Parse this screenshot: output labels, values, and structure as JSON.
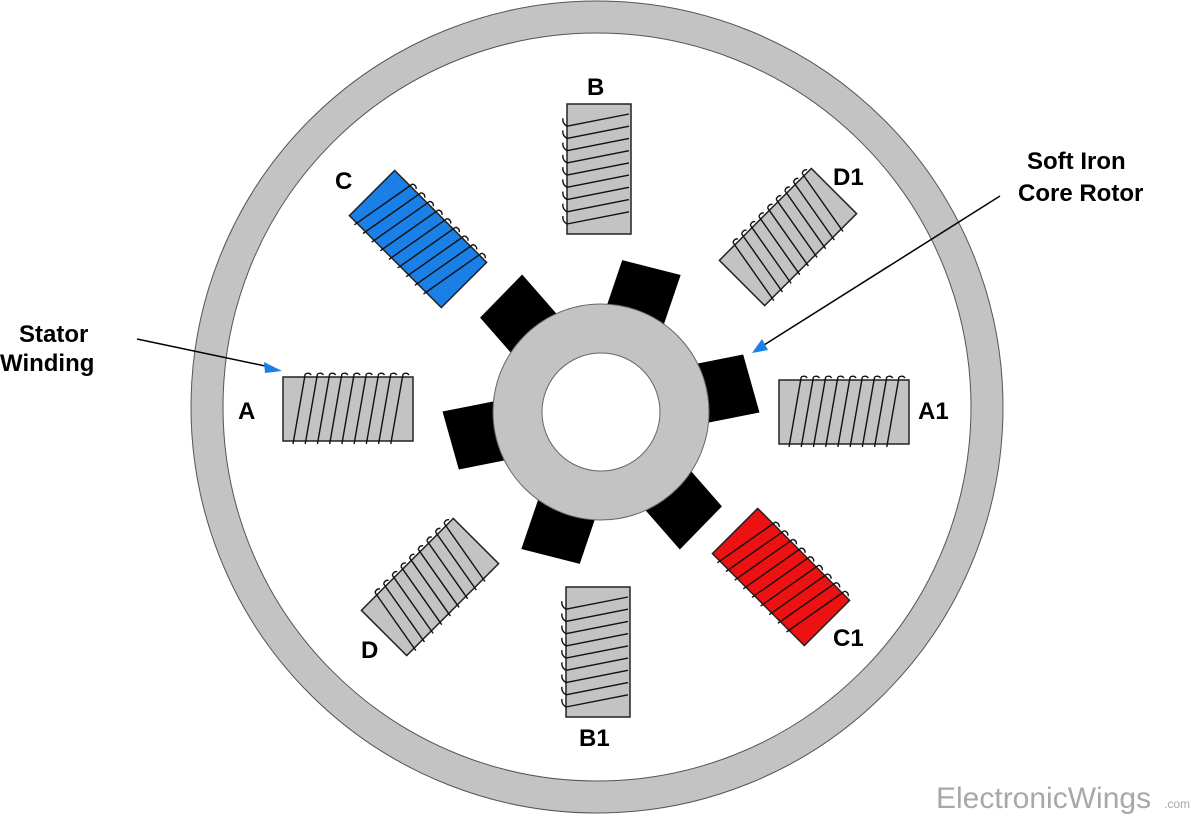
{
  "colors": {
    "stator_ring": "#c3c3c3",
    "coil_default": "#c3c3c3",
    "coil_energized_blue": "#1a7fe6",
    "coil_energized_red": "#ee1111",
    "rotor_teeth": "#000000",
    "rotor_hub": "#c3c3c3",
    "arrow_head": "#1a7fe6"
  },
  "labels": {
    "pole_a": "A",
    "pole_a1": "A1",
    "pole_b": "B",
    "pole_b1": "B1",
    "pole_c": "C",
    "pole_c1": "C1",
    "pole_d": "D",
    "pole_d1": "D1"
  },
  "annotations": {
    "stator_line1": "Stator",
    "stator_line2": "Winding",
    "rotor_line1": "Soft Iron",
    "rotor_line2": "Core Rotor"
  },
  "watermark": {
    "brand": "ElectronicWings",
    "suffix": ".com"
  },
  "coils": [
    {
      "pole": "A",
      "state": "off"
    },
    {
      "pole": "A1",
      "state": "off"
    },
    {
      "pole": "B",
      "state": "off"
    },
    {
      "pole": "B1",
      "state": "off"
    },
    {
      "pole": "C",
      "state": "energized-blue"
    },
    {
      "pole": "C1",
      "state": "energized-red"
    },
    {
      "pole": "D",
      "state": "off"
    },
    {
      "pole": "D1",
      "state": "off"
    }
  ]
}
